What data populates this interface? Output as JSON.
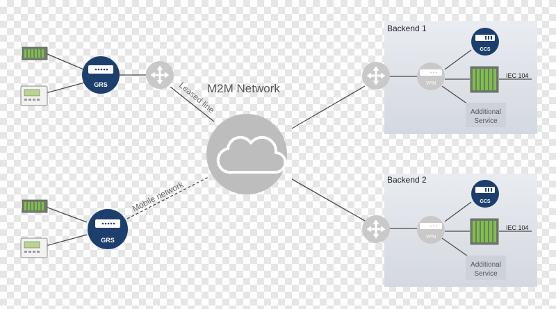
{
  "network": {
    "title": "M2M Network",
    "leased_line_label": "Leased line",
    "mobile_network_label": "Mobile network"
  },
  "sites": [
    {
      "gateway_label": "GRS"
    },
    {
      "gateway_label": "GRS"
    }
  ],
  "backends": [
    {
      "title": "Backend 1",
      "gcs_label": "GCS",
      "vpn_label": "VPN",
      "iec_label": "IEC 104",
      "service_line1": "Additional",
      "service_line2": "Service"
    },
    {
      "title": "Backend 2",
      "gcs_label": "GCS",
      "vpn_label": "VPN",
      "iec_label": "IEC 104",
      "service_line1": "Additional",
      "service_line2": "Service"
    }
  ],
  "colors": {
    "navy": "#1d3f6e",
    "router_gray": "#c9c9c9",
    "cloud_gray": "#bdbdbd",
    "line": "#4a4a4a",
    "panel": "#dfe3ea"
  }
}
